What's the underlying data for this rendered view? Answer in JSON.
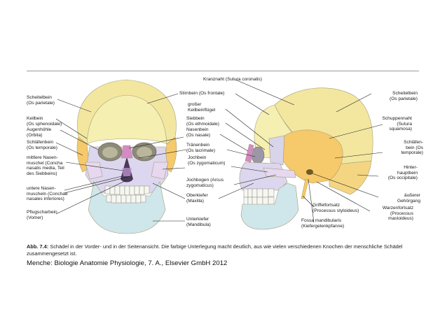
{
  "labels_left": [
    {
      "id": "scheitelbein-l",
      "lines": [
        "Scheitelbein",
        "(Os parietale)"
      ]
    },
    {
      "id": "keilbein",
      "lines": [
        "Keilbein",
        "(Os sphenoidale)"
      ]
    },
    {
      "id": "augenhoehle",
      "lines": [
        "Augenhöhle",
        "(Orbita)"
      ]
    },
    {
      "id": "schlaefenbein-l",
      "lines": [
        "Schläfenbein",
        "(Os temporale)"
      ]
    },
    {
      "id": "mittlere-nasenmuschel",
      "lines": [
        "mittlere Nasen-",
        "muschel (Concha",
        "nasalis media, Teil",
        "des Siebbeins)"
      ]
    },
    {
      "id": "untere-nasenmuscheln",
      "lines": [
        "untere Nasen-",
        "muscheln (Conchae",
        "nasales inferiores)"
      ]
    },
    {
      "id": "pflugscharbein",
      "lines": [
        "Pflugscharbein",
        "(Vomer)"
      ]
    }
  ],
  "labels_center": [
    {
      "id": "kranznaht",
      "lines": [
        "Kranznaht (Sutura coronalis)"
      ]
    },
    {
      "id": "stirnbein",
      "lines": [
        "Stirnbein (Os frontale)"
      ]
    },
    {
      "id": "keilbeinfluegel",
      "lines": [
        "großer",
        "Keilbeinflügel"
      ]
    },
    {
      "id": "siebbein",
      "lines": [
        "Siebbein",
        "(Os ethmoidale)"
      ]
    },
    {
      "id": "nasenbein",
      "lines": [
        "Nasenbein",
        "(Os nasale)"
      ]
    },
    {
      "id": "traenenbein",
      "lines": [
        "Tränenbein",
        "(Os lacrimale)"
      ]
    },
    {
      "id": "jochbein",
      "lines": [
        "Jochbein",
        "(Os zygomaticum)"
      ]
    },
    {
      "id": "jochbogen",
      "lines": [
        "Jochbogen (Arcus",
        "zygomaticus)"
      ]
    },
    {
      "id": "oberkiefer",
      "lines": [
        "Oberkiefer",
        "(Maxilla)"
      ]
    },
    {
      "id": "unterkiefer",
      "lines": [
        "Unterkiefer",
        "(Mandibula)"
      ]
    }
  ],
  "labels_right": [
    {
      "id": "scheitelbein-r",
      "lines": [
        "Scheitelbein",
        "(Os parietale)"
      ]
    },
    {
      "id": "schuppennaht",
      "lines": [
        "Schuppennaht",
        "(Sutura",
        "squamosa)"
      ]
    },
    {
      "id": "schlaefenbein-r",
      "lines": [
        "Schläfen-",
        "bein (Os",
        "temporale)"
      ]
    },
    {
      "id": "hinterhauptbein",
      "lines": [
        "Hinter-",
        "hauptbein",
        "(Os occipitale)"
      ]
    },
    {
      "id": "aeusserer-gehoergang",
      "lines": [
        "äußerer",
        "Gehörgang"
      ]
    },
    {
      "id": "warzenfortsatz",
      "lines": [
        "Warzenfortsatz",
        "(Processus",
        "mastoideus)"
      ]
    }
  ],
  "labels_bottom": [
    {
      "id": "griffelfortsatz",
      "lines": [
        "Griffelfortsatz",
        "(Processus styloideus)"
      ]
    },
    {
      "id": "fossa-mandibularis",
      "lines": [
        "Fossa mandibularis",
        "(Kiefergelenkpfanne)"
      ]
    }
  ],
  "caption": {
    "prefix": "Abb. 7.4:",
    "text": " Schädel in der Vorder- und in der Seitenansicht. Die farbige Unterlegung macht deutlich, aus wie vielen verschiedenen Knochen der menschliche Schädel zusammengesetzt ist."
  },
  "source": "Menche: Biologie Anatomie Physiologie, 7. A., Elsevier GmbH 2012",
  "colors": {
    "parietal": "#f3e7a0",
    "frontal": "#f6efb2",
    "temporal": "#f6c96a",
    "occipital": "#f4d682",
    "sphenoid": "#d8d4ea",
    "maxilla": "#dcd6ee",
    "mandible": "#cfe6ea",
    "nasal": "#d58ac4",
    "zygomatic": "#e7d8f0",
    "bone_shadow": "#c9c3a6"
  }
}
